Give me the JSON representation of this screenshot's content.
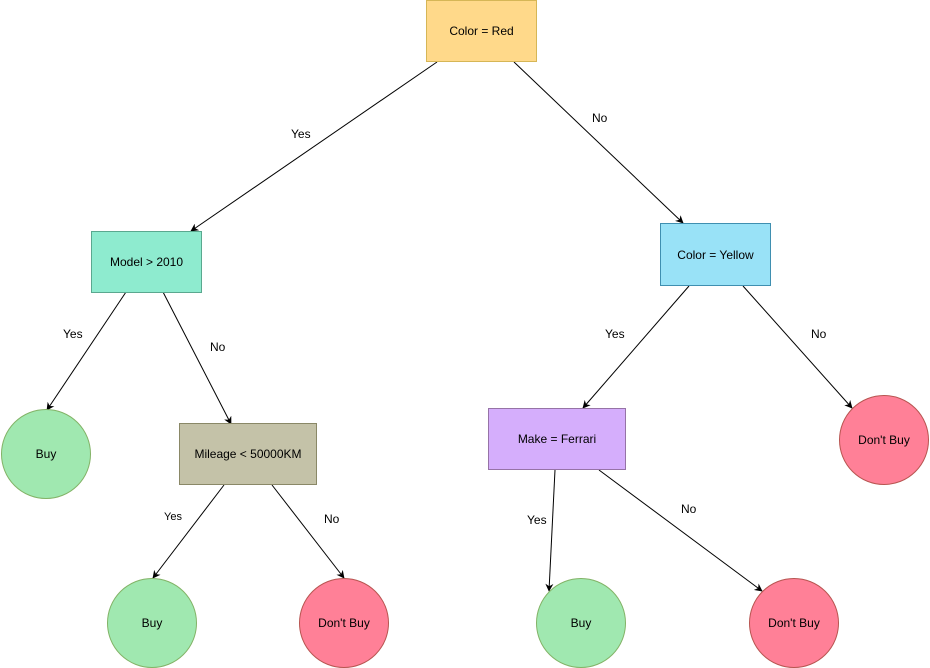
{
  "nodes": {
    "color_red": {
      "label": "Color = Red",
      "fill": "#ffd98a",
      "stroke": "#d6b656"
    },
    "model_2010": {
      "label": "Model > 2010",
      "fill": "#8eebcf",
      "stroke": "#5aa88f"
    },
    "color_yellow": {
      "label": "Color = Yellow",
      "fill": "#99e2f7",
      "stroke": "#3f8fb0"
    },
    "mileage": {
      "label": "Mileage < 50000KM",
      "fill": "#c4c2a8",
      "stroke": "#8a8867"
    },
    "make_ferrari": {
      "label": "Make = Ferrari",
      "fill": "#d5aefc",
      "stroke": "#9673a6"
    },
    "buy_1": {
      "label": "Buy",
      "fill": "#a0e8b0",
      "stroke": "#82b366"
    },
    "buy_2": {
      "label": "Buy",
      "fill": "#a0e8b0",
      "stroke": "#82b366"
    },
    "buy_3": {
      "label": "Buy",
      "fill": "#a0e8b0",
      "stroke": "#82b366"
    },
    "dont_buy_1": {
      "label": "Don't Buy",
      "fill": "#ff8097",
      "stroke": "#b85450"
    },
    "dont_buy_2": {
      "label": "Don't Buy",
      "fill": "#ff8097",
      "stroke": "#b85450"
    },
    "dont_buy_3": {
      "label": "Don't Buy",
      "fill": "#ff8097",
      "stroke": "#b85450"
    }
  },
  "edges": {
    "red_yes": "Yes",
    "red_no": "No",
    "model_yes": "Yes",
    "model_no": "No",
    "yellow_yes": "Yes",
    "yellow_no": "No",
    "mileage_yes": "Yes",
    "mileage_no": "No",
    "ferrari_yes": "Yes",
    "ferrari_no": "No"
  }
}
